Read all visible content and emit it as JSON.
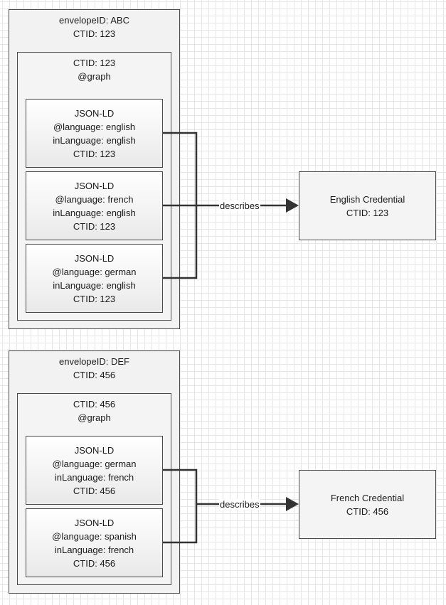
{
  "envelopes": [
    {
      "envelope_label": "envelopeID: ABC",
      "ctid_label": "CTID: 123",
      "graph": {
        "ctid_label": "CTID: 123",
        "graph_label": "@graph"
      },
      "docs": [
        {
          "type": "JSON-LD",
          "language": "@language: english",
          "in_language": "inLanguage: english",
          "ctid": "CTID: 123"
        },
        {
          "type": "JSON-LD",
          "language": "@language: french",
          "in_language": "inLanguage: english",
          "ctid": "CTID: 123"
        },
        {
          "type": "JSON-LD",
          "language": "@language: german",
          "in_language": "inLanguage: english",
          "ctid": "CTID: 123"
        }
      ],
      "edge_label": "describes",
      "credential": {
        "name": "English Credential",
        "ctid": "CTID: 123"
      }
    },
    {
      "envelope_label": "envelopeID: DEF",
      "ctid_label": "CTID: 456",
      "graph": {
        "ctid_label": "CTID: 456",
        "graph_label": "@graph"
      },
      "docs": [
        {
          "type": "JSON-LD",
          "language": "@language: german",
          "in_language": "inLanguage: french",
          "ctid": "CTID: 456"
        },
        {
          "type": "JSON-LD",
          "language": "@language: spanish",
          "in_language": "inLanguage: french",
          "ctid": "CTID: 456"
        }
      ],
      "edge_label": "describes",
      "credential": {
        "name": "French Credential",
        "ctid": "CTID: 456"
      }
    }
  ]
}
